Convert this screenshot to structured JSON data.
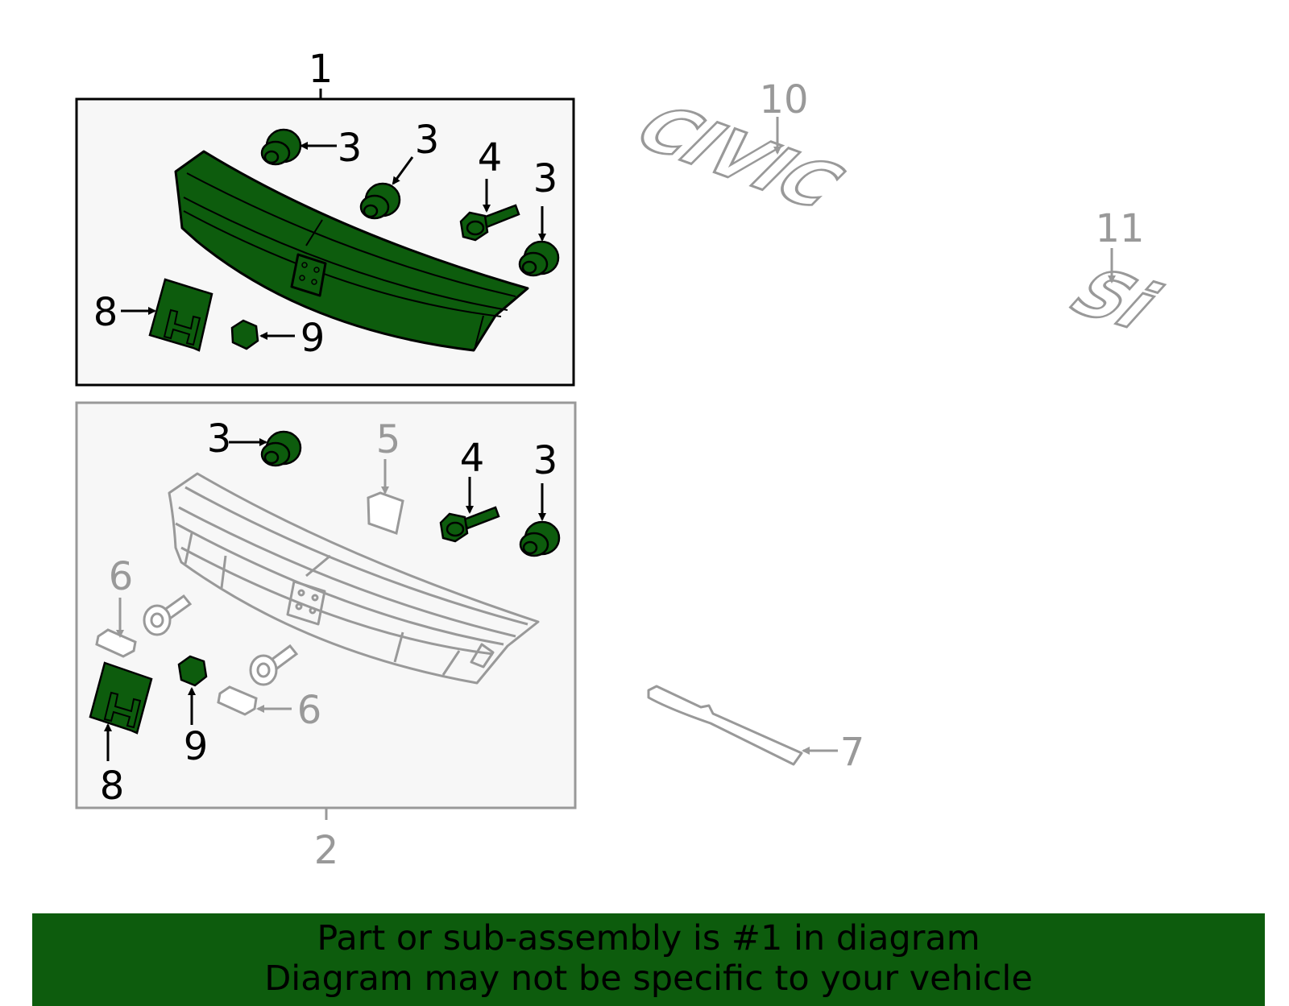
{
  "colors": {
    "highlight": "#0d5c0d",
    "selected_outline": "#000000",
    "unselected_outline": "#999999",
    "box_fill": "#f7f7f7"
  },
  "callouts": {
    "box1": "1",
    "box2": "2",
    "clip_a": "3",
    "clip_b": "3",
    "clip_c": "3",
    "bolt_1": "4",
    "emblem_1": "8",
    "nut_1": "9",
    "clip_d": "3",
    "clip_e": "3",
    "bolt_2": "4",
    "bracket": "5",
    "spacer_left": "6",
    "spacer_right": "6",
    "emblem_2": "8",
    "nut_2": "9",
    "strip": "7",
    "civic_emblem": "10",
    "si_emblem": "11"
  },
  "emblem_text": {
    "civic": "CIVIC",
    "si": "Si"
  },
  "banner": {
    "line1": "Part or sub-assembly is #1 in diagram",
    "line2": "Diagram may not be specific to your vehicle"
  }
}
